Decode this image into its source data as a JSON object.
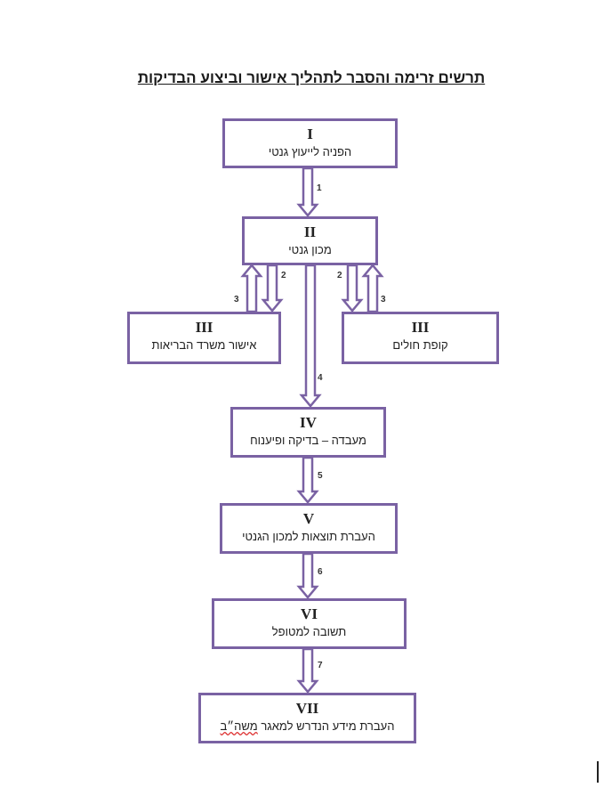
{
  "title": "תרשים זרימה והסבר לתהליך אישור וביצוע הבדיקות",
  "boxes": {
    "b1": {
      "num": "I",
      "label": "הפניה לייעוץ גנטי"
    },
    "b2": {
      "num": "II",
      "label": "מכון גנטי"
    },
    "b3a": {
      "num": "III",
      "label": "אישור משרד הבריאות"
    },
    "b3b": {
      "num": "III",
      "label": "קופת חולים"
    },
    "b4": {
      "num": "IV",
      "label": "מעבדה – בדיקה ופיענוח"
    },
    "b5": {
      "num": "V",
      "label": "העברת תוצאות למכון הגנטי"
    },
    "b6": {
      "num": "VI",
      "label": "תשובה למטופל"
    },
    "b7": {
      "num": "VII",
      "label": "העברת מידע הנדרש למאגר",
      "label_tail": "משה״ב"
    }
  },
  "arrow_labels": {
    "a1": "1",
    "a2l": "2",
    "a2r": "2",
    "a3l": "3",
    "a3r": "3",
    "a4": "4",
    "a5": "5",
    "a6": "6",
    "a7": "7"
  },
  "colors": {
    "border": "#7a62a3"
  }
}
